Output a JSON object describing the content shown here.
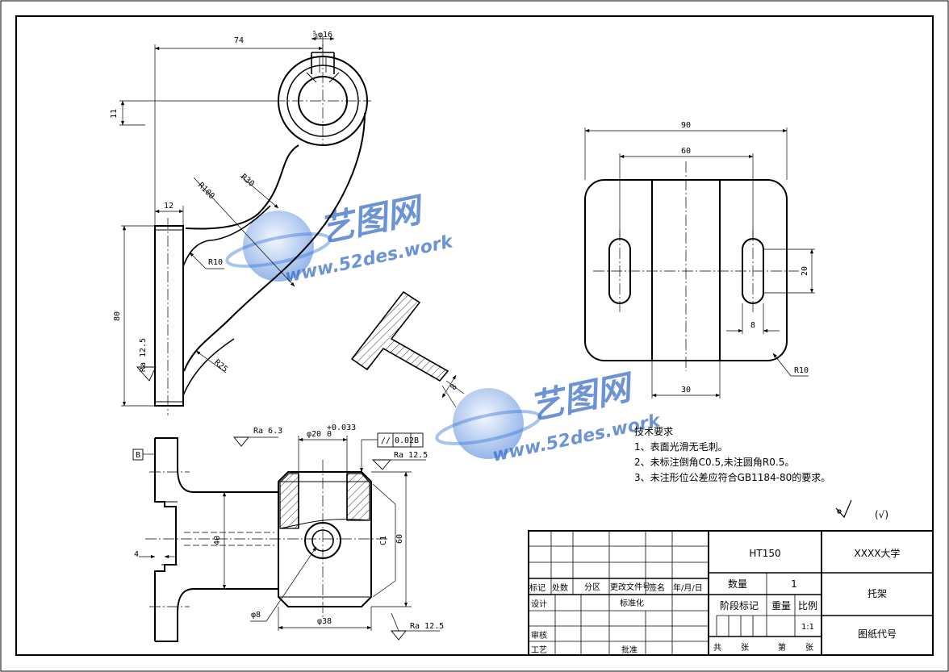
{
  "drawing": {
    "dimensions": {
      "d74": "74",
      "d_phi16": "⅝φ16",
      "d11": "11",
      "dR100": "R100",
      "dR30": "R30",
      "d12": "12",
      "dR10_front": "R10",
      "d80": "80",
      "dRa125_front": "Ra 12.5",
      "dR25": "R25",
      "d90": "90",
      "d60_top": "60",
      "d20": "20",
      "d8_slot": "8",
      "dR10_top": "R10",
      "d30": "30",
      "d8_rib": "8",
      "dRa63": "Ra 6.3",
      "d_phi20": "φ20",
      "d_phi20_tol": "+0.033",
      "d_phi20_tol2": "0",
      "fcf_symbol": "//",
      "fcf_value": "0.02",
      "fcf_datum": "B",
      "dRa125_top": "Ra 12.5",
      "datum_b": "B",
      "d4": "4",
      "d40": "40",
      "dC1": "C1",
      "d60_side": "60",
      "d_phi8": "φ8",
      "d_phi38": "φ38",
      "dRa125_bottom": "Ra 12.5"
    },
    "tech_req": {
      "title": "技术要求",
      "line1": "1、表面光滑无毛刺。",
      "line2": "2、未标注倒角C0.5,未注圆角R0.5。",
      "line3": "3、未注形位公差应符合GB1184-80的要求。"
    },
    "roughness_other": "(√)",
    "watermark": {
      "text1": "艺图网",
      "text2": "www.52des.work"
    }
  },
  "title_block": {
    "material": "HT150",
    "school": "XXXX大学",
    "part_name": "托架",
    "drawing_code": "图纸代号",
    "quantity_label": "数量",
    "quantity_value": "1",
    "stage_label": "阶段标记",
    "weight_label": "重量",
    "scale_label": "比例",
    "scale_value": "1:1",
    "total_label": "共",
    "sheets_label": "张",
    "sheet_no_label": "第",
    "sheets_label2": "张",
    "mark": "标记",
    "count": "处数",
    "zone": "分区",
    "change_doc": "更改文件号",
    "signature": "签名",
    "date": "年/月/日",
    "design": "设计",
    "standardize": "标准化",
    "review": "审核",
    "process": "工艺",
    "approve": "批准"
  }
}
